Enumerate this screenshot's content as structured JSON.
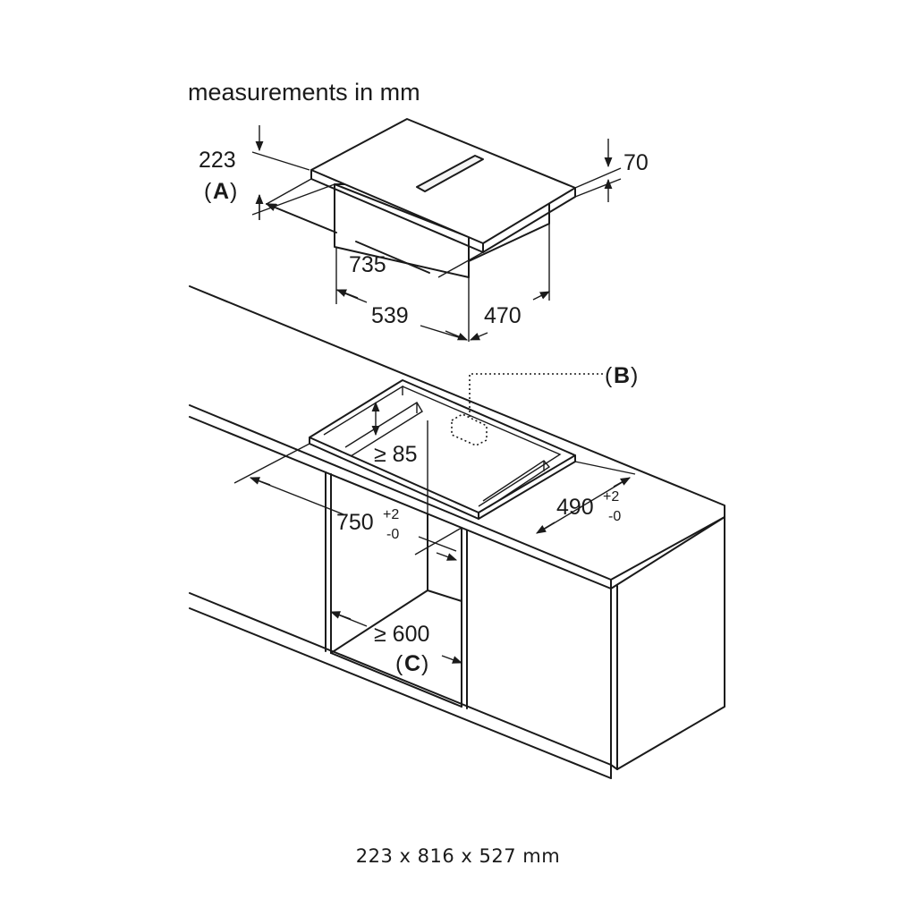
{
  "header": {
    "units_note": "measurements in mm"
  },
  "hob": {
    "height_total": "223",
    "label_a": "A",
    "glass_thickness": "70",
    "width": "735",
    "inner_width": "539",
    "depth": "470"
  },
  "cutout": {
    "label_b": "B",
    "min_depth": "≥ 85",
    "width_value": "750",
    "width_tol_plus": "+2",
    "width_tol_minus": "-0",
    "depth_value": "490",
    "depth_tol_plus": "+2",
    "depth_tol_minus": "-0",
    "cabinet_width": "≥ 600",
    "label_c": "C"
  },
  "footer": {
    "dimensions": "223 x 816 x 527 mm"
  }
}
